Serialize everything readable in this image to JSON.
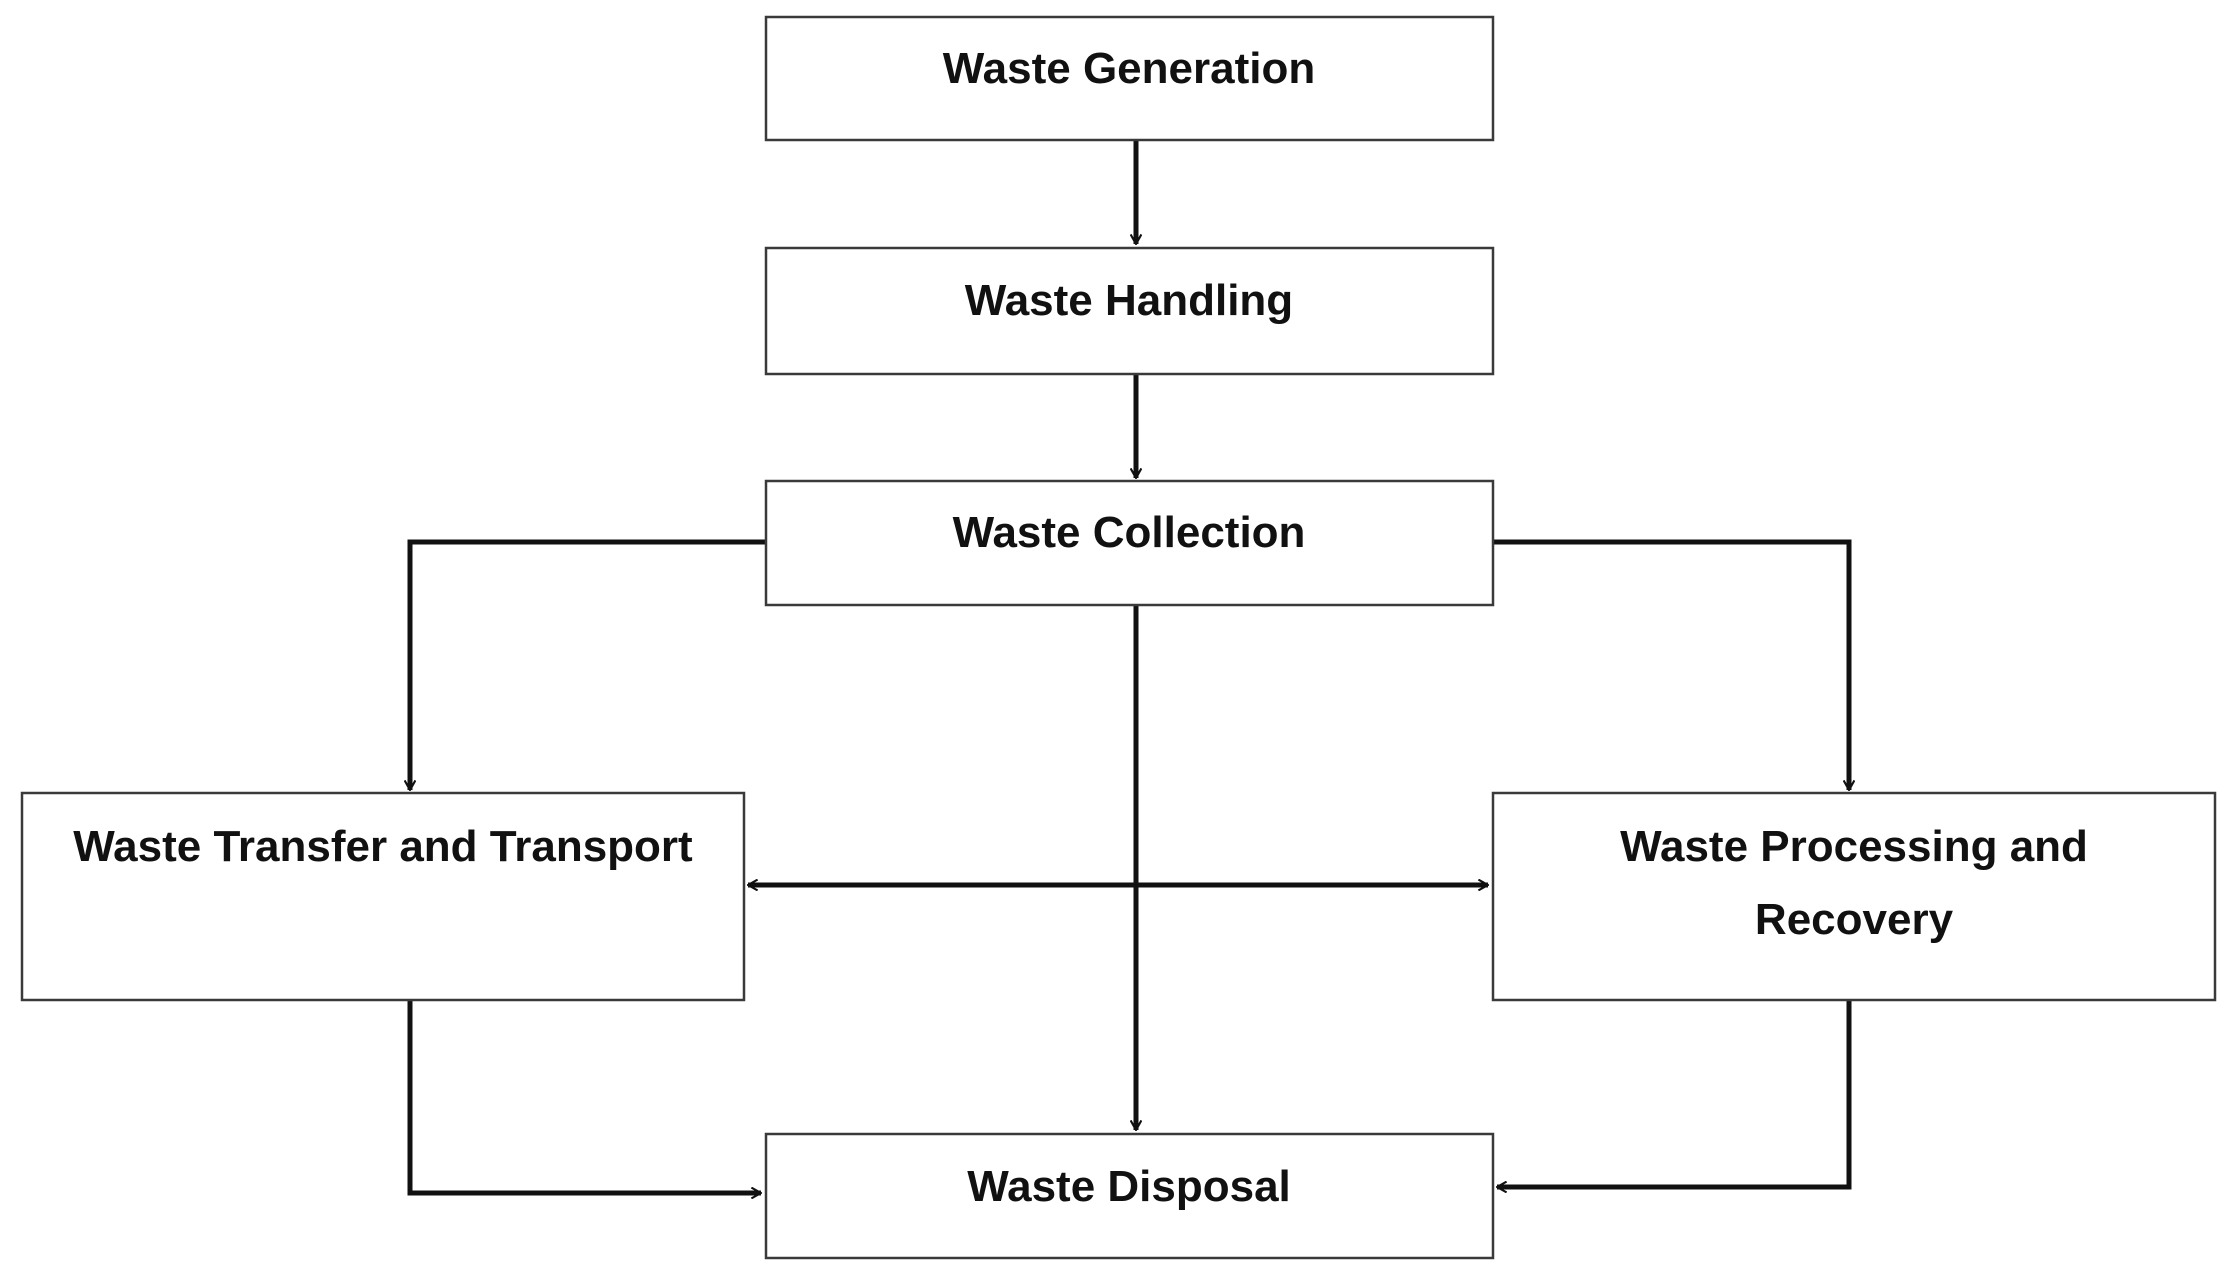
{
  "diagram": {
    "nodes": {
      "generation": {
        "label": "Waste Generation"
      },
      "handling": {
        "label": "Waste Handling"
      },
      "collection": {
        "label": "Waste Collection"
      },
      "transfer": {
        "label": "Waste Transfer and Transport"
      },
      "processing": {
        "label_line1": "Waste Processing and",
        "label_line2": "Recovery"
      },
      "disposal": {
        "label": "Waste Disposal"
      }
    },
    "edges": [
      {
        "from": "Waste Generation",
        "to": "Waste Handling"
      },
      {
        "from": "Waste Handling",
        "to": "Waste Collection"
      },
      {
        "from": "Waste Collection",
        "to": "Waste Transfer and Transport"
      },
      {
        "from": "Waste Collection",
        "to": "Waste Processing and Recovery"
      },
      {
        "from": "Waste Collection",
        "to": "Waste Disposal"
      },
      {
        "from": "Waste Transfer and Transport",
        "to": "Waste Processing and Recovery",
        "bidirectional": true
      },
      {
        "from": "Waste Transfer and Transport",
        "to": "Waste Disposal"
      },
      {
        "from": "Waste Processing and Recovery",
        "to": "Waste Disposal"
      }
    ],
    "colors": {
      "line": "#111111",
      "box_border": "#3a3a3a",
      "background": "#ffffff"
    }
  }
}
